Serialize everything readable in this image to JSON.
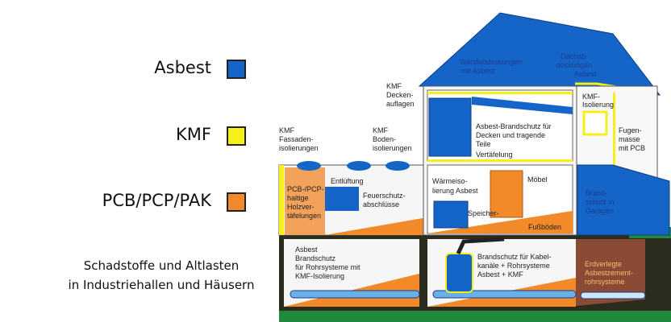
{
  "legend": [
    {
      "label": "Asbest",
      "color": "#1565c8"
    },
    {
      "label": "KMF",
      "color": "#f5ef1a"
    },
    {
      "label": "PCB/PCP/PAK",
      "color": "#f28a2a"
    }
  ],
  "caption": {
    "line1": "Schadstoffe und Altlasten",
    "line2": "in Industriehallen und Häusern"
  },
  "labels": {
    "roof_main": [
      "Wandabdeckungen",
      "mit Asbest"
    ],
    "roof_right": [
      "Dachab-",
      "deckungen",
      "Asbest"
    ],
    "kmf_decken": [
      "KMF",
      "Decken-",
      "auflagen"
    ],
    "kmf_fassaden": [
      "KMF",
      "Fassaden-",
      "isolierungen"
    ],
    "kmf_boden": [
      "KMF",
      "Boden-",
      "isolierungen"
    ],
    "kmf_isolierung": [
      "KMF-",
      "Isolierung"
    ],
    "asbest_brandschutz": [
      "Asbest-Brandschutz für",
      "Decken und tragende",
      "Teile"
    ],
    "vertaefelung": "Vertäfelung",
    "fugenmasse": [
      "Fugen-",
      "masse",
      "mit PCB"
    ],
    "entlueftung": "Entlüftung",
    "feuerschutz": [
      "Feuerschutz-",
      "abschlüsse"
    ],
    "pcb_holz": [
      "PCB-/PCP-",
      "haltige",
      "Holzver-",
      "täfelungen"
    ],
    "waermeiso": [
      "Wärmeiso-",
      "lierung Asbest"
    ],
    "speicher": "Speicher-",
    "moebel": "Möbel",
    "fussboeden": "Fußböden",
    "garage": [
      "Brand-",
      "schutz in",
      "Garagen"
    ],
    "basement_left": [
      "Asbest",
      "Brandschutz",
      "für Rohrsysteme mit",
      "KMF-Isolierung"
    ],
    "basement_mid": [
      "Brandschutz für Kabel-",
      "kanäle + Rohrsysteme",
      "Asbest + KMF"
    ],
    "basement_right": [
      "Erdverlegte",
      "Asbestzement-",
      "rohrsysteme"
    ]
  }
}
